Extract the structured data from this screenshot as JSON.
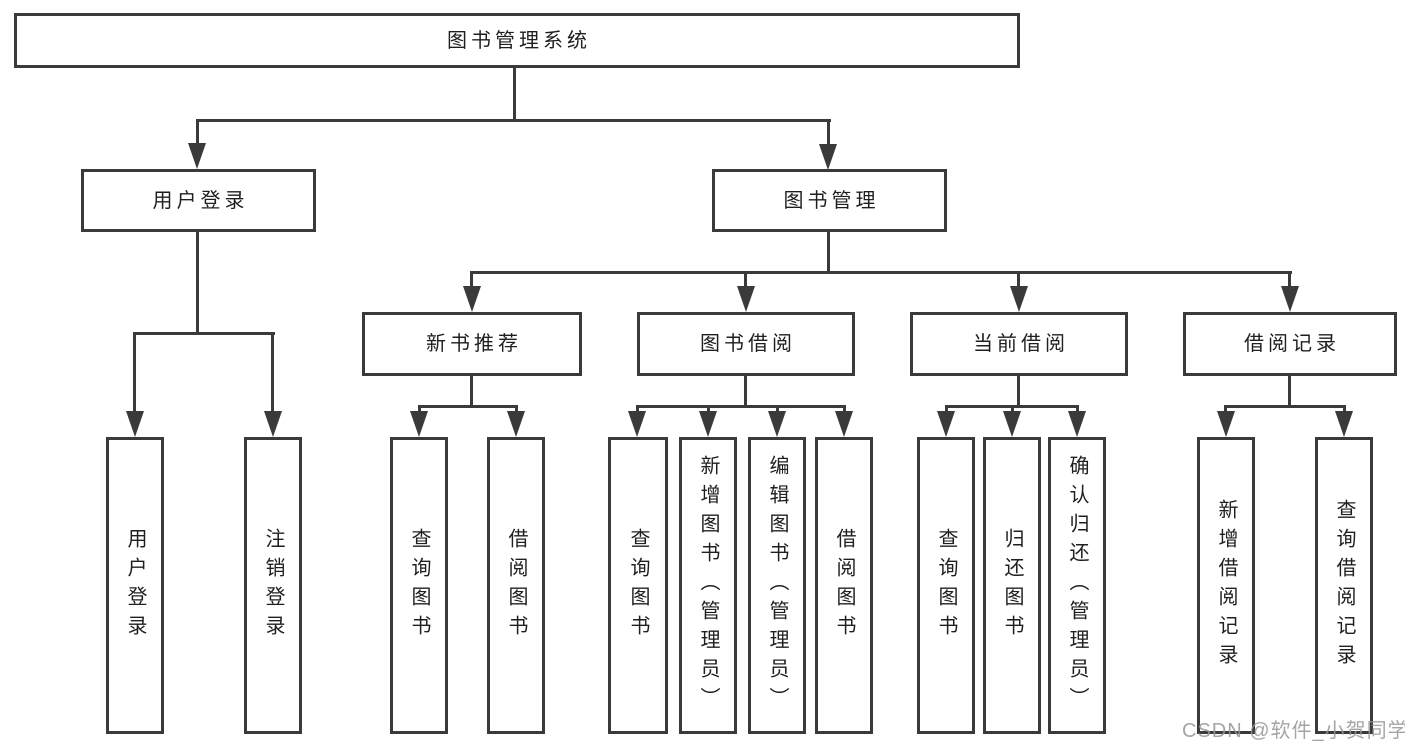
{
  "diagram": {
    "root": {
      "label": "图书管理系统"
    },
    "level1": [
      {
        "label": "用户登录",
        "children": [
          {
            "label": "用户登录"
          },
          {
            "label": "注销登录"
          }
        ]
      },
      {
        "label": "图书管理",
        "children": [
          {
            "label": "新书推荐",
            "children": [
              {
                "label": "查询图书"
              },
              {
                "label": "借阅图书"
              }
            ]
          },
          {
            "label": "图书借阅",
            "children": [
              {
                "label": "查询图书"
              },
              {
                "label": "新增图书（管理员）"
              },
              {
                "label": "编辑图书（管理员）"
              },
              {
                "label": "借阅图书"
              }
            ]
          },
          {
            "label": "当前借阅",
            "children": [
              {
                "label": "查询图书"
              },
              {
                "label": "归还图书"
              },
              {
                "label": "确认归还（管理员）"
              }
            ]
          },
          {
            "label": "借阅记录",
            "children": [
              {
                "label": "新增借阅记录"
              },
              {
                "label": "查询借阅记录"
              }
            ]
          }
        ]
      }
    ]
  },
  "watermark": {
    "text": "CSDN @软件_小贺同学"
  },
  "colors": {
    "line": "#3a3a3a",
    "text": "#1f1f1f",
    "watermark": "#969696",
    "background": "#ffffff"
  }
}
